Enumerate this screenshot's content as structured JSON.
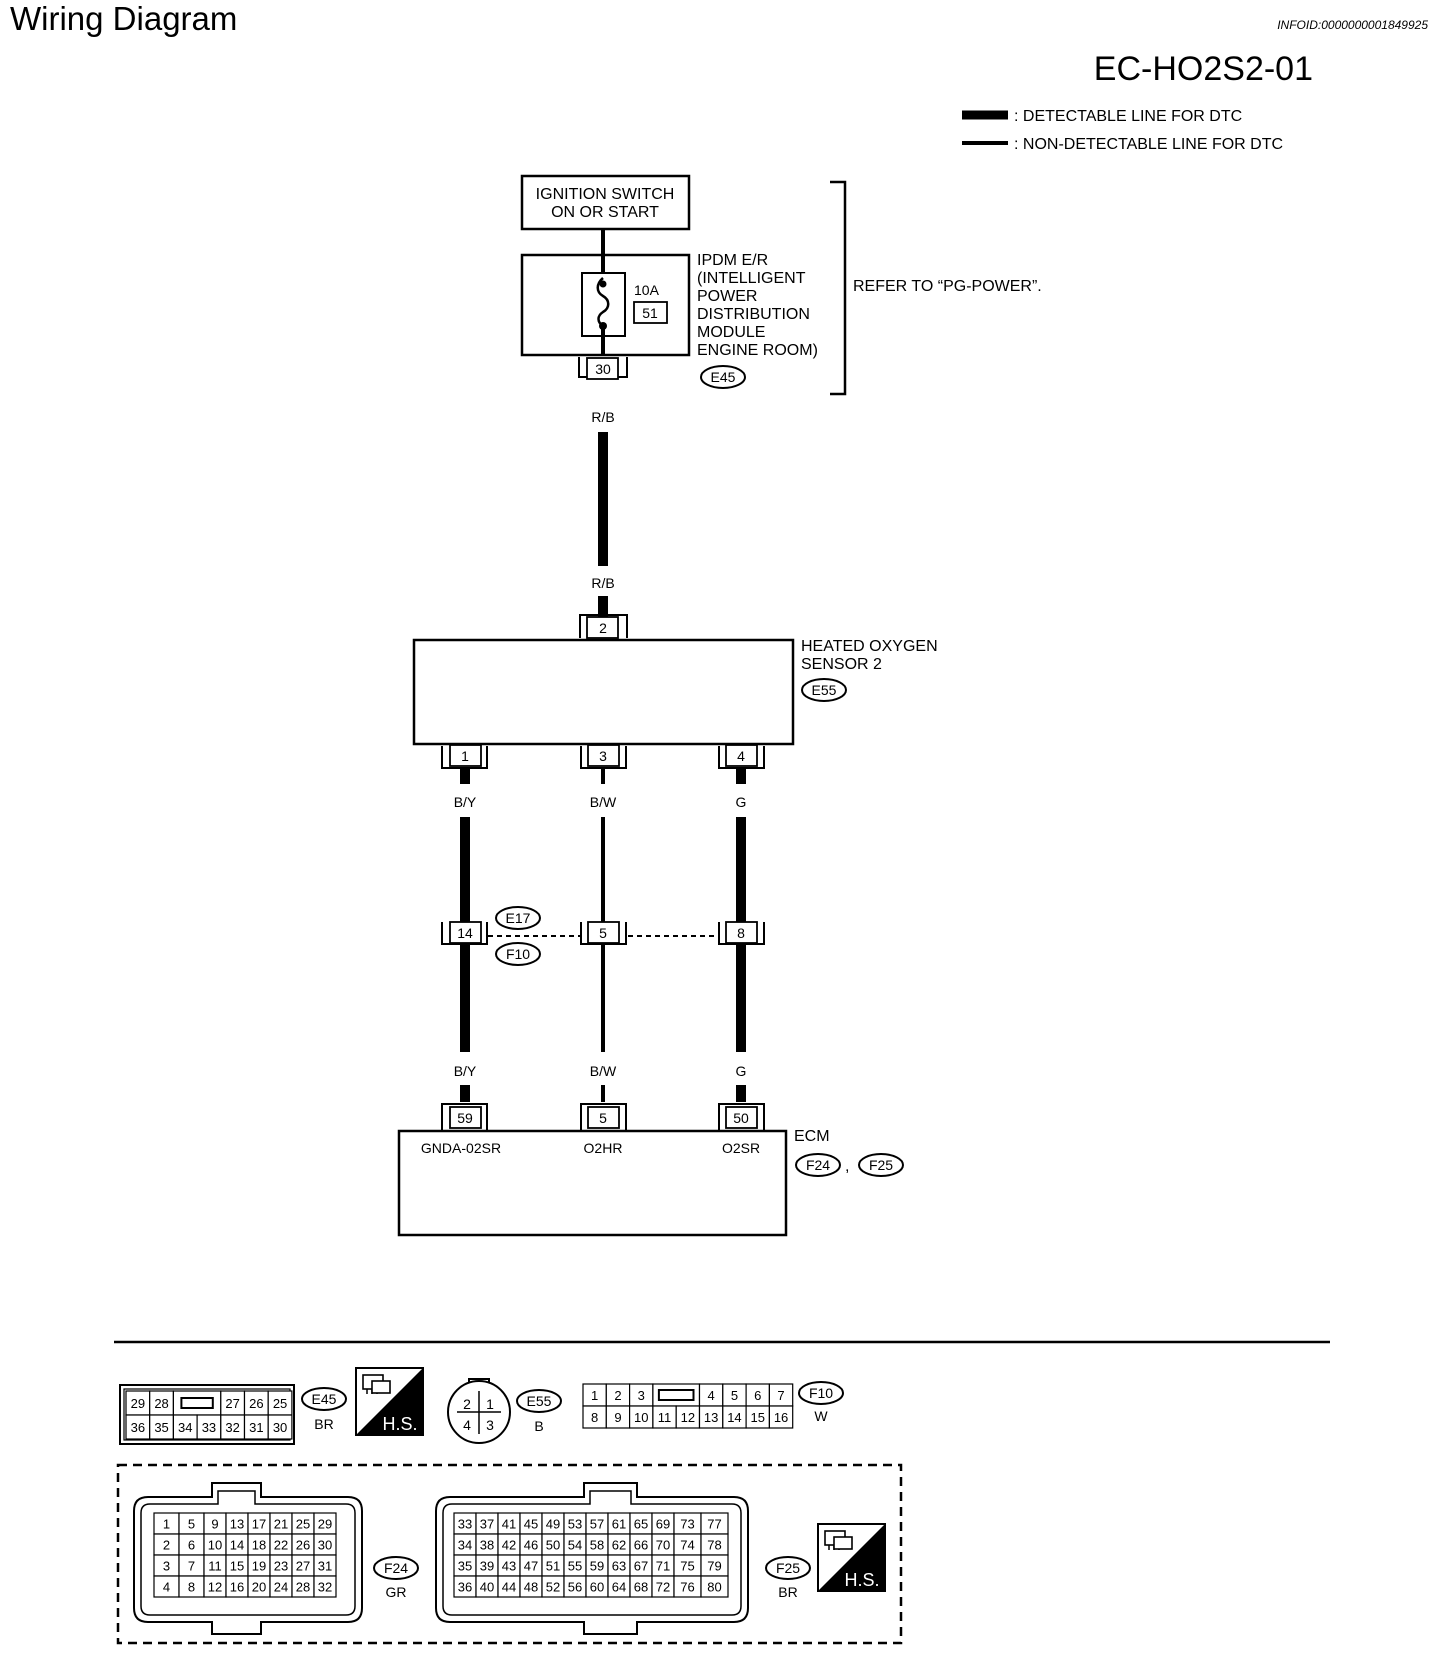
{
  "header": {
    "title": "Wiring Diagram",
    "info_id": "INFOID:0000000001849925",
    "code": "EC-HO2S2-01"
  },
  "legend": {
    "detectable": ": DETECTABLE LINE FOR DTC",
    "non_detectable": ": NON-DETECTABLE LINE FOR DTC"
  },
  "ignition": {
    "line1": "IGNITION SWITCH",
    "line2": "ON OR START"
  },
  "ipdm": {
    "lines": [
      "IPDM E/R",
      "(INTELLIGENT",
      "POWER",
      "DISTRIBUTION",
      "MODULE",
      "ENGINE ROOM)"
    ],
    "fuse_rating": "10A",
    "fuse_number": "51",
    "terminal": "30",
    "connector": "E45"
  },
  "refer_note": "REFER TO “PG-POWER”.",
  "wire_rb": {
    "top_label": "R/B",
    "bottom_label": "R/B"
  },
  "sensor": {
    "line1": "HEATED OXYGEN",
    "line2": "SENSOR 2",
    "connector": "E55",
    "pin_top": "2",
    "pins_bottom": [
      "1",
      "3",
      "4"
    ]
  },
  "wires": {
    "upper": [
      "B/Y",
      "B/W",
      "G"
    ],
    "lower": [
      "B/Y",
      "B/W",
      "G"
    ]
  },
  "joint": {
    "pins": [
      "14",
      "5",
      "8"
    ],
    "connector_upper": "E17",
    "connector_lower": "F10"
  },
  "ecm": {
    "label": "ECM",
    "pins": [
      "59",
      "5",
      "50"
    ],
    "signals": [
      "GNDA-02SR",
      "O2HR",
      "O2SR"
    ],
    "connectors": [
      "F24",
      "F25"
    ],
    "sep": ","
  },
  "connectors": {
    "e45": {
      "id": "E45",
      "color": "BR",
      "row1": [
        "29",
        "28",
        "",
        "27",
        "26",
        "25"
      ],
      "row2": [
        "36",
        "35",
        "34",
        "33",
        "32",
        "31",
        "30"
      ]
    },
    "hs_label": "H.S.",
    "e55": {
      "id": "E55",
      "color": "B",
      "pins": [
        "2",
        "1",
        "4",
        "3"
      ]
    },
    "f10": {
      "id": "F10",
      "color": "W",
      "row1": [
        "1",
        "2",
        "3",
        "",
        "4",
        "5",
        "6",
        "7"
      ],
      "row2": [
        "8",
        "9",
        "10",
        "11",
        "12",
        "13",
        "14",
        "15",
        "16"
      ]
    },
    "f24": {
      "id": "F24",
      "color": "GR",
      "rows": [
        [
          "1",
          "5",
          "9",
          "13",
          "17",
          "21",
          "25",
          "29"
        ],
        [
          "2",
          "6",
          "10",
          "14",
          "18",
          "22",
          "26",
          "30"
        ],
        [
          "3",
          "7",
          "11",
          "15",
          "19",
          "23",
          "27",
          "31"
        ],
        [
          "4",
          "8",
          "12",
          "16",
          "20",
          "24",
          "28",
          "32"
        ]
      ]
    },
    "f25": {
      "id": "F25",
      "color": "BR",
      "rows": [
        [
          "33",
          "37",
          "41",
          "45",
          "49",
          "53",
          "57",
          "61",
          "65",
          "69",
          "73",
          "77"
        ],
        [
          "34",
          "38",
          "42",
          "46",
          "50",
          "54",
          "58",
          "62",
          "66",
          "70",
          "74",
          "78"
        ],
        [
          "35",
          "39",
          "43",
          "47",
          "51",
          "55",
          "59",
          "63",
          "67",
          "71",
          "75",
          "79"
        ],
        [
          "36",
          "40",
          "44",
          "48",
          "52",
          "56",
          "60",
          "64",
          "68",
          "72",
          "76",
          "80"
        ]
      ]
    }
  }
}
